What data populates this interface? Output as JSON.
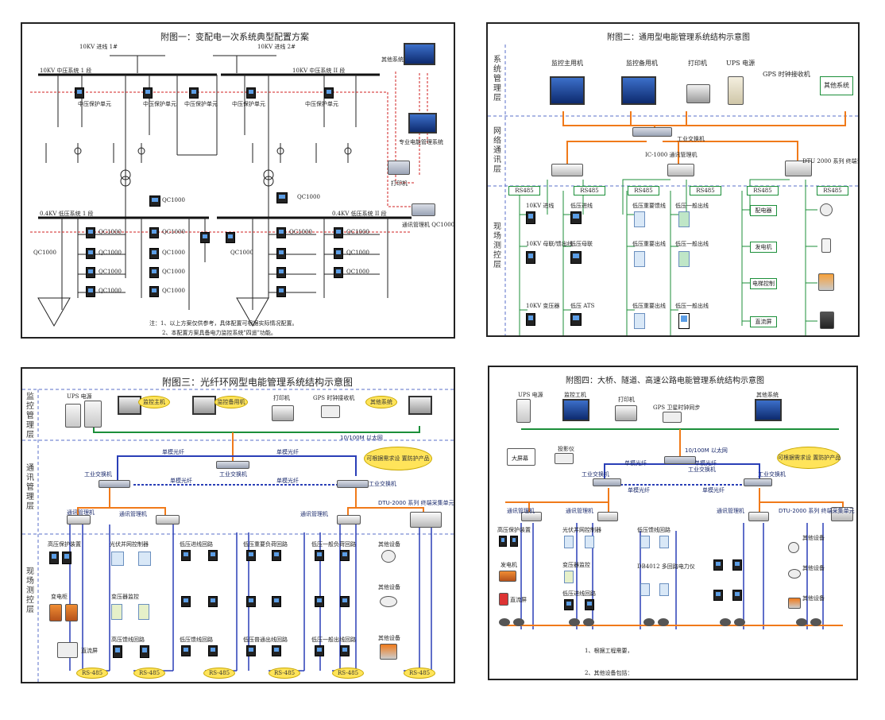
{
  "figure1": {
    "title": "附图一：变配电一次系统典型配置方案",
    "incoming1": "10KV 进线 1#",
    "incoming2": "10KV 进线 2#",
    "bus1": "10KV 中压系统 1 段",
    "bus2": "10KV 中压系统 II 段",
    "other_system": "其他系统",
    "protection_unit": "中压保护单元",
    "mgmt_system": "专业电能管理系统",
    "printer": "打印机",
    "qc1000": "QC1000",
    "lv_bus1": "0.4KV 低压系统 1 段",
    "lv_bus2": "0.4KV 低压系统 II 段",
    "comm_unit": "通讯管理机 QC1000",
    "note1": "注：1、以上方案仅供参考，具体配置可根据实际情况配置。",
    "note2": "2、本配置方案具备电力监控系统\"四遥\"功能。"
  },
  "figure2": {
    "title": "附图二：通用型电能管理系统结构示意图",
    "layer1": "系统管理层",
    "layer2": "网络通讯层",
    "layer3": "现场测控层",
    "host_main": "监控主用机",
    "host_backup": "监控备用机",
    "printer": "打印机",
    "ups": "UPS 电源",
    "gps": "GPS 时钟接收机",
    "other_system": "其他系统",
    "switch": "工业交换机",
    "comm_mgr": "IC-1000 通讯管理机",
    "dtu": "DTU 2000 系列 终端设备单元",
    "rs485": "RS485",
    "c1": [
      "10KV 进线",
      "10KV 母联/馈出线",
      "10KV 变压器"
    ],
    "c2": [
      "低压进线",
      "低压母联",
      "低压 ATS"
    ],
    "c3": [
      "低压重要馈线",
      "低压重要出线",
      "低压重要出线"
    ],
    "c4": [
      "低压一般出线",
      "低压一般出线",
      "低压一般出线"
    ],
    "c5": [
      "配电器",
      "发电机",
      "电梯控制",
      "直流屏"
    ]
  },
  "figure3": {
    "title": "附图三：光纤环网型电能管理系统结构示意图",
    "layer1": "监控管理层",
    "layer2": "通讯管理层",
    "layer3": "现场测控层",
    "ups": "UPS 电源",
    "host_main": "监控主机",
    "host_backup": "监控备用机",
    "printer": "打印机",
    "gps": "GPS 时钟接收机",
    "other_system": "其他系统",
    "ethernet": "10/100M 以太网",
    "fiber": "单模光纤",
    "switch": "工业交换机",
    "bubble": "可根据需求设 置防护产品",
    "comm_mgr": "通讯管理机",
    "dtu": "DTU-2000 系列 终端采集单元",
    "f1": [
      "高压保护装置",
      "变电柜",
      "直流屏"
    ],
    "f2": [
      "光伏并网控制器",
      "变压器监控",
      "高压馈线回路"
    ],
    "f3": [
      "低压进线回路",
      "低压馈线回路"
    ],
    "f4": [
      "低压重要负荷回路",
      "低压普通出线回路"
    ],
    "f5": [
      "低压一般负荷回路",
      "低压一般出线回路"
    ],
    "f6": [
      "其他设备",
      "其他设备",
      "其他设备"
    ],
    "rs485": "RS-485"
  },
  "figure4": {
    "title": "附图四：大桥、隧道、高速公路电能管理系统结构示意图",
    "ups": "UPS 电源",
    "monitor": "监控工机",
    "printer": "打印机",
    "gps": "GPS 卫星时钟同步",
    "other_system": "其他系统",
    "screen": "大屏幕",
    "projector": "投影仪",
    "fiber": "单模光纤",
    "switch": "工业交换机",
    "bubble": "可根据需求设 置防护产品",
    "comm_mgr": "通讯管理机",
    "dtu": "DTU-2000 系列 终端采集单元",
    "g1": [
      "高压保护装置",
      "发电机",
      "直流屏"
    ],
    "g2": [
      "光伏并网控制器",
      "变压器监控",
      "低压进线回路"
    ],
    "g3": [
      "低压馈线回路",
      "DB4012 多回路电力仪"
    ],
    "g4": [
      "其他设备",
      "其他设备",
      "其他设备"
    ],
    "note1": "1、根据工程需要，",
    "note2": "2、其他设备包括：",
    "ethernet": "10/100M 以太网"
  },
  "colors": {
    "orange": "#f07a1a",
    "blue": "#2a3fb7",
    "green": "#1c8f3a",
    "red": "#d22020",
    "yellow": "#ffe45a"
  }
}
